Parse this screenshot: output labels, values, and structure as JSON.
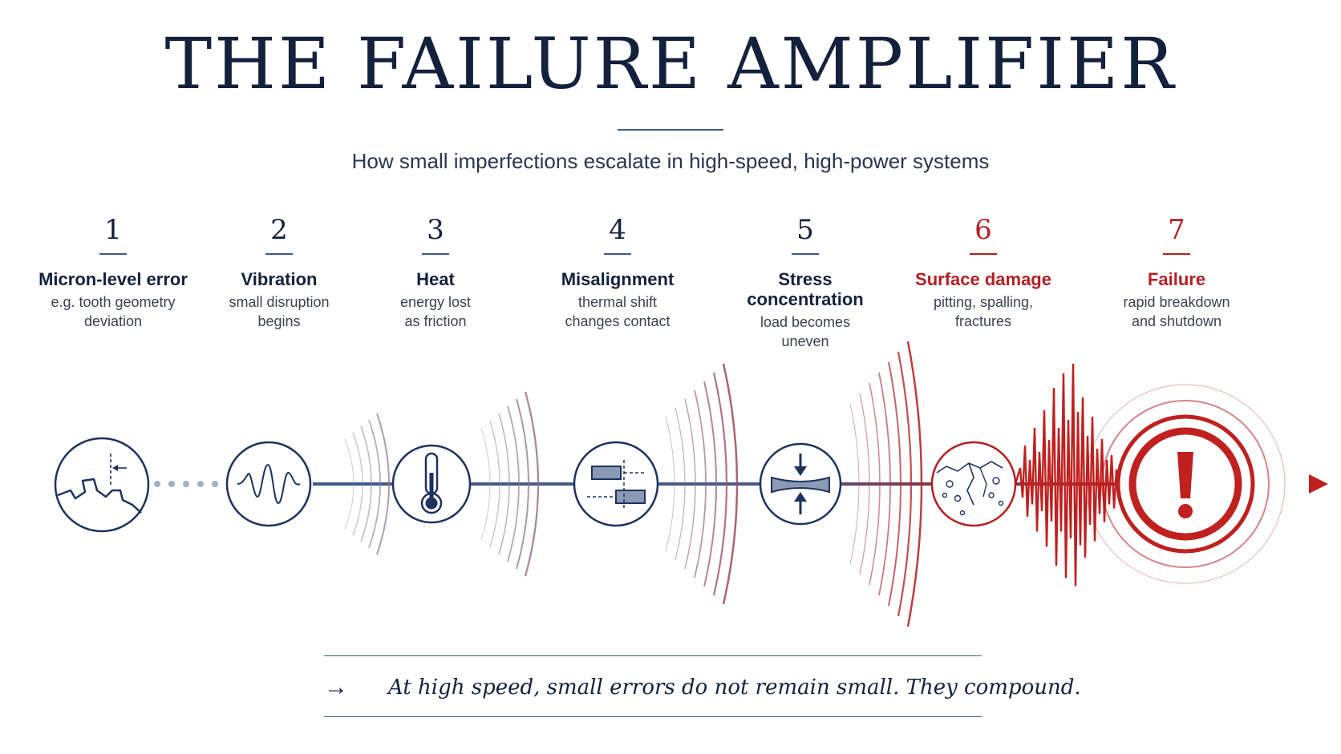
{
  "title": "THE FAILURE AMPLIFIER",
  "subtitle": "How small imperfections escalate in high-speed, high-power systems",
  "steps": [
    {
      "number": "1",
      "name": "Micron-level error",
      "desc1": "e.g. tooth geometry",
      "desc2": "deviation",
      "desc3": "",
      "icon": "gear-tooth-icon"
    },
    {
      "number": "2",
      "name": "Vibration",
      "desc1": "small disruption",
      "desc2": "begins",
      "desc3": "",
      "icon": "waveform-icon"
    },
    {
      "number": "3",
      "name": "Heat",
      "desc1": "energy lost",
      "desc2": "as friction",
      "desc3": "",
      "icon": "thermometer-icon"
    },
    {
      "number": "4",
      "name": "Misalignment",
      "desc1": "thermal shift",
      "desc2": "changes contact",
      "desc3": "",
      "icon": "offset-blocks-icon"
    },
    {
      "number": "5",
      "name": "Stress",
      "name2": "concentration",
      "desc1": "load becomes",
      "desc2": "uneven",
      "desc3": "",
      "icon": "compression-arrows-icon"
    },
    {
      "number": "6",
      "name": "Surface damage",
      "desc1": "pitting, spalling,",
      "desc2": "fractures",
      "desc3": "",
      "icon": "cracked-surface-icon"
    },
    {
      "number": "7",
      "name": "Failure",
      "desc1": "rapid breakdown",
      "desc2": "and shutdown",
      "desc3": "",
      "icon": "warning-exclamation-icon"
    }
  ],
  "footer": {
    "arrow": "→",
    "text": "At high speed, small errors do not remain small. They compound."
  },
  "colors": {
    "navy": "#14213d",
    "blue": "#3e5a88",
    "red": "#b51f22"
  }
}
